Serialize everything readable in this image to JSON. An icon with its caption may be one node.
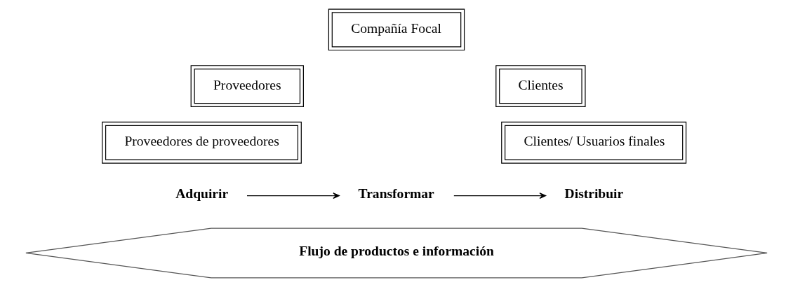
{
  "diagram": {
    "nodes": [
      {
        "text": [
          "Compañía Focal"
        ]
      },
      {
        "text": [
          "Proveedores"
        ]
      },
      {
        "text": [
          "Clientes"
        ]
      },
      {
        "text": [
          "Proveedores de proveedores"
        ]
      },
      {
        "text": [
          "Clientes/ Usuarios finales"
        ]
      },
      {
        "text": [
          "Adquirir"
        ]
      },
      {
        "text": [
          "Transformar"
        ]
      },
      {
        "text": [
          "Distribuir"
        ]
      },
      {
        "text": [
          "Flujo de productos e información"
        ]
      }
    ],
    "edges": [
      {
        "from": 5,
        "to": 6,
        "arrow": "to"
      },
      {
        "from": 6,
        "to": 7,
        "arrow": "to"
      }
    ]
  }
}
